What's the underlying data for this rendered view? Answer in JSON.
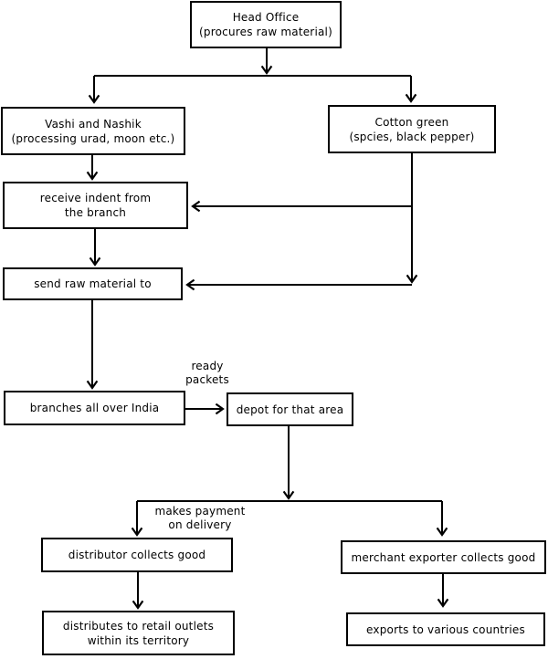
{
  "diagram": {
    "title": "distribution flowchart",
    "colors": {
      "line": "#000000",
      "box_border": "#000000",
      "box_fill": "#ffffff",
      "text": "#000000",
      "background": "#ffffff"
    },
    "nodes": {
      "head_office": "Head Office\n(procures raw material)",
      "vashi_nashik": "Vashi and Nashik\n(processing urad, moon etc.)",
      "cotton_green": "Cotton green\n(spcies, black pepper)",
      "receive_indent": "receive indent from\nthe branch",
      "send_raw_material": "send raw material to",
      "branches_india": "branches all over India",
      "depot_area": "depot for that area",
      "distributor": "distributor collects good",
      "merchant_exporter": "merchant exporter collects good",
      "retail_outlets": "distributes to retail outlets\nwithin its territory",
      "exports_countries": "exports to various countries"
    },
    "edge_labels": {
      "ready_packets": "ready\npackets",
      "makes_payment": "makes payment\non delivery"
    }
  }
}
